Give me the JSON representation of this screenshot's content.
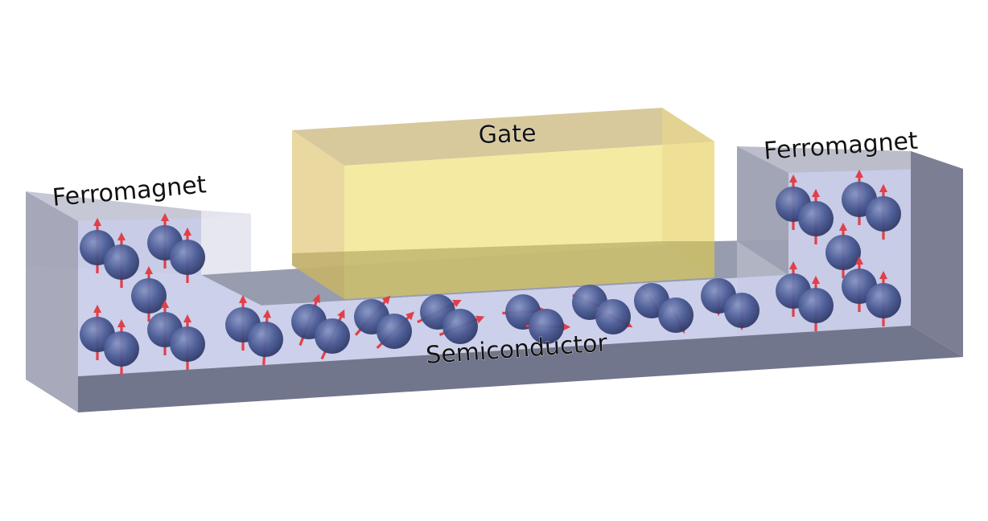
{
  "labels": {
    "gate": "Gate",
    "ferromagnet_left": "Ferromagnet",
    "ferromagnet_right": "Ferromagnet",
    "semiconductor": "Semiconductor"
  },
  "colors": {
    "electron": "#4a5a94",
    "spin_arrow": "#e0404a",
    "gate_face": "#f2e696",
    "device_body": "#8e92aa",
    "channel": "#c3c8e6"
  },
  "icons": {
    "electron": "sphere",
    "spin": "arrow"
  }
}
